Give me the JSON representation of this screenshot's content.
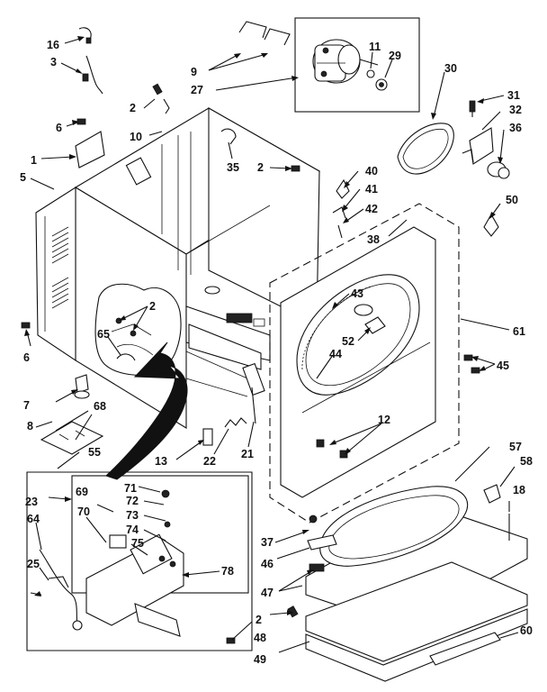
{
  "callouts": [
    {
      "id": "c16",
      "text": "16"
    },
    {
      "id": "c3",
      "text": "3"
    },
    {
      "id": "c9",
      "text": "9"
    },
    {
      "id": "c27",
      "text": "27"
    },
    {
      "id": "c11",
      "text": "11"
    },
    {
      "id": "c29",
      "text": "29"
    },
    {
      "id": "c30",
      "text": "30"
    },
    {
      "id": "c31",
      "text": "31"
    },
    {
      "id": "c32",
      "text": "32"
    },
    {
      "id": "c36",
      "text": "36"
    },
    {
      "id": "c2a",
      "text": "2"
    },
    {
      "id": "c6a",
      "text": "6"
    },
    {
      "id": "c10",
      "text": "10"
    },
    {
      "id": "c35",
      "text": "35"
    },
    {
      "id": "c2b",
      "text": "2"
    },
    {
      "id": "c1",
      "text": "1"
    },
    {
      "id": "c5",
      "text": "5"
    },
    {
      "id": "c40",
      "text": "40"
    },
    {
      "id": "c41",
      "text": "41"
    },
    {
      "id": "c42",
      "text": "42"
    },
    {
      "id": "c38",
      "text": "38"
    },
    {
      "id": "c50",
      "text": "50"
    },
    {
      "id": "c2c",
      "text": "2"
    },
    {
      "id": "c43",
      "text": "43"
    },
    {
      "id": "c65",
      "text": "65"
    },
    {
      "id": "c52",
      "text": "52"
    },
    {
      "id": "c44",
      "text": "44"
    },
    {
      "id": "c61",
      "text": "61"
    },
    {
      "id": "c6b",
      "text": "6"
    },
    {
      "id": "c45",
      "text": "45"
    },
    {
      "id": "c7",
      "text": "7"
    },
    {
      "id": "c68",
      "text": "68"
    },
    {
      "id": "c12",
      "text": "12"
    },
    {
      "id": "c8",
      "text": "8"
    },
    {
      "id": "c55",
      "text": "55"
    },
    {
      "id": "c13",
      "text": "13"
    },
    {
      "id": "c22",
      "text": "22"
    },
    {
      "id": "c21",
      "text": "21"
    },
    {
      "id": "c57",
      "text": "57"
    },
    {
      "id": "c58",
      "text": "58"
    },
    {
      "id": "c23",
      "text": "23"
    },
    {
      "id": "c69",
      "text": "69"
    },
    {
      "id": "c71",
      "text": "71"
    },
    {
      "id": "c72",
      "text": "72"
    },
    {
      "id": "c70",
      "text": "70"
    },
    {
      "id": "c73",
      "text": "73"
    },
    {
      "id": "c64",
      "text": "64"
    },
    {
      "id": "c74",
      "text": "74"
    },
    {
      "id": "c18",
      "text": "18"
    },
    {
      "id": "c75",
      "text": "75"
    },
    {
      "id": "c37",
      "text": "37"
    },
    {
      "id": "c25",
      "text": "25"
    },
    {
      "id": "c46",
      "text": "46"
    },
    {
      "id": "c78",
      "text": "78"
    },
    {
      "id": "c47",
      "text": "47"
    },
    {
      "id": "c2d",
      "text": "2"
    },
    {
      "id": "c60",
      "text": "60"
    },
    {
      "id": "c48",
      "text": "48"
    },
    {
      "id": "c49",
      "text": "49"
    }
  ]
}
